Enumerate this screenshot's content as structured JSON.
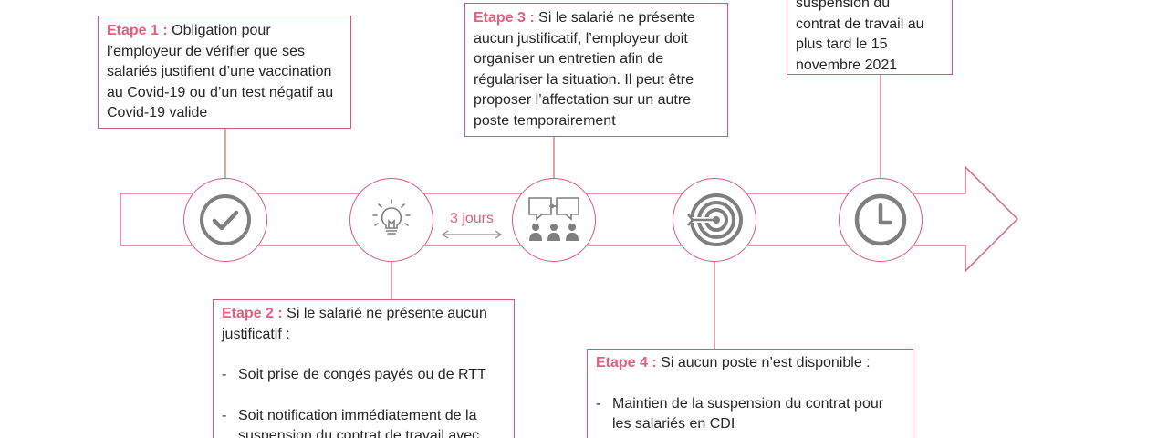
{
  "colors": {
    "accent": "#e0607e",
    "border": "#d9567a",
    "icon": "#7f7f7f",
    "text": "#262626"
  },
  "steps": {
    "s1": {
      "label": "Etape 1 :",
      "text": "Obligation pour l’employeur de vérifier que ses salariés justifient d’une vaccination au Covid-19 ou d’un test négatif au Covid-19 valide"
    },
    "s2": {
      "label": "Etape 2 :",
      "text": "Si le salarié ne présente aucun justificatif :",
      "items": [
        "Soit prise de congés payés ou de RTT",
        "Soit notification immédiatement de la suspension du contrat de travail avec"
      ]
    },
    "s3": {
      "label": "Etape 3 :",
      "text": "Si le salarié ne présente aucun justificatif, l’employeur doit organiser un entretien afin de régulariser la situation. Il peut être proposer l’affectation sur un autre poste temporairement"
    },
    "s4": {
      "label": "Etape 4 :",
      "text": "Si aucun poste n’est disponible :",
      "items": [
        "Maintien de la suspension du contrat pour les salariés en CDI"
      ]
    },
    "s5": {
      "lines": [
        "suspension du",
        "contrat de travail au",
        "plus tard le 15",
        "novembre 2021"
      ]
    }
  },
  "interval_label": "3 jours",
  "icons": [
    "check-circle-icon",
    "lightbulb-icon",
    "meeting-icon",
    "target-icon",
    "clock-icon"
  ]
}
